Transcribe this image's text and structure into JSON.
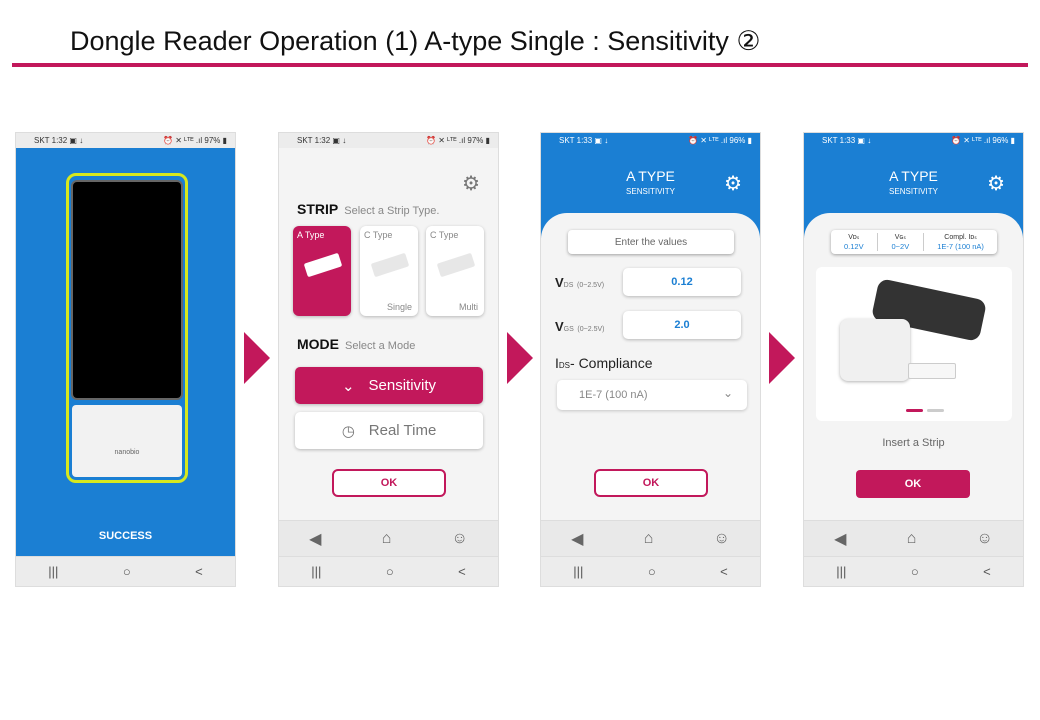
{
  "slide": {
    "title": "Dongle Reader Operation (1) A-type Single : Sensitivity ②"
  },
  "status": {
    "p1": {
      "left": "SKT 1:32 ▣ ↓",
      "right": "⏰ ✕ ᴸᵀᴱ .ıl 97% ▮"
    },
    "p2": {
      "left": "SKT 1:32 ▣ ↓",
      "right": "⏰ ✕ ᴸᵀᴱ .ıl 97% ▮"
    },
    "p3": {
      "left": "SKT 1:33 ▣ ↓",
      "right": "⏰ ✕ ᴸᵀᴱ .ıl 96% ▮"
    },
    "p4": {
      "left": "SKT 1:33 ▣ ↓",
      "right": "⏰ ✕ ᴸᵀᴱ .ıl 96% ▮"
    }
  },
  "screen1": {
    "success": "SUCCESS",
    "brand": "nanobio"
  },
  "screen2": {
    "strip_title": "STRIP",
    "strip_hint": "Select a Strip Type.",
    "strips": [
      {
        "label": "A Type",
        "sub": ""
      },
      {
        "label": "C Type",
        "sub": "Single"
      },
      {
        "label": "C Type",
        "sub": "Multi"
      }
    ],
    "mode_title": "MODE",
    "mode_hint": "Select a Mode",
    "modes": [
      "Sensitivity",
      "Real Time"
    ],
    "ok": "OK"
  },
  "screen3": {
    "title": "A TYPE",
    "subtitle": "SENSITIVITY",
    "enter": "Enter the values",
    "vds_label": "V",
    "vds_sub": "DS",
    "vds_range": "(0~2.5V)",
    "vds_value": "0.12",
    "vgs_label": "V",
    "vgs_sub": "GS",
    "vgs_range": "(0~2.5V)",
    "vgs_value": "2.0",
    "compliance": "I",
    "compliance_sub": "DS",
    "compliance_rest": "- Compliance",
    "compliance_value": "1E-7 (100 nA)",
    "ok": "OK"
  },
  "screen4": {
    "title": "A TYPE",
    "subtitle": "SENSITIVITY",
    "summary": [
      {
        "key": "Vᴅₛ",
        "value": "0.12V"
      },
      {
        "key": "Vɢₛ",
        "value": "0~2V"
      },
      {
        "key": "Compl. Iᴅₛ",
        "value": "1E-7 (100 nA)"
      }
    ],
    "insert": "Insert a Strip",
    "ok": "OK"
  },
  "nav": {
    "back": "◀",
    "home": "⌂",
    "account": "☺",
    "recent": "|||",
    "circle": "○",
    "chev": "<"
  },
  "colors": {
    "brand": "#c2185b",
    "blue": "#1b7fd3"
  }
}
